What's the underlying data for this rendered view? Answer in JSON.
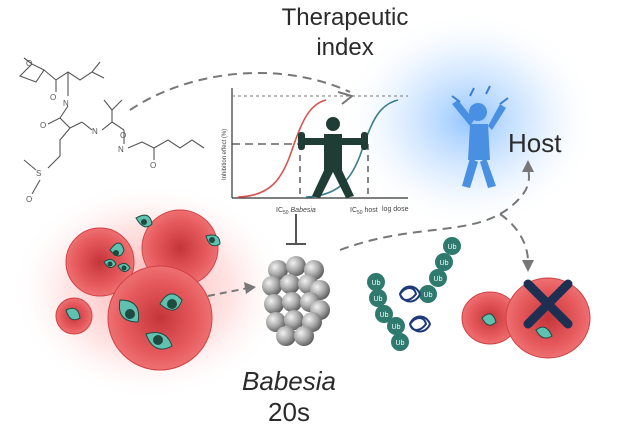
{
  "title": {
    "line1": "Therapeutic",
    "line2": "index"
  },
  "host_label": "Host",
  "parasite_label": "Babesia",
  "proteasome_label": "20s",
  "graph": {
    "ylabel": "Inhibition effect (%)",
    "xlabel": "log dose",
    "tick_babesia_prefix": "IC",
    "tick_babesia_sub": "50",
    "tick_babesia_name": "Babesia",
    "tick_host_prefix": "IC",
    "tick_host_sub": "50",
    "tick_host_name": "host",
    "curve_colors": {
      "babesia": "#d9534f",
      "host": "#3a7d8c"
    }
  },
  "ubiquitin": {
    "tag": "Ub",
    "count": 9
  },
  "colors": {
    "rbc_fill": "#e5575a",
    "rbc_center": "#c7383d",
    "parasite_fill": "#5fc2b0",
    "parasite_nucleus": "#1f4a40",
    "figure_green": "#1f3d34",
    "host_blue": "#4a90e2",
    "cross": "#1e2f52",
    "ub_fill": "#2f7a6e",
    "arrow_gray": "#777777"
  },
  "icons": [
    "chemical-structure-icon",
    "proteasome-icon",
    "host-person-icon",
    "balance-person-icon",
    "cross-icon"
  ]
}
